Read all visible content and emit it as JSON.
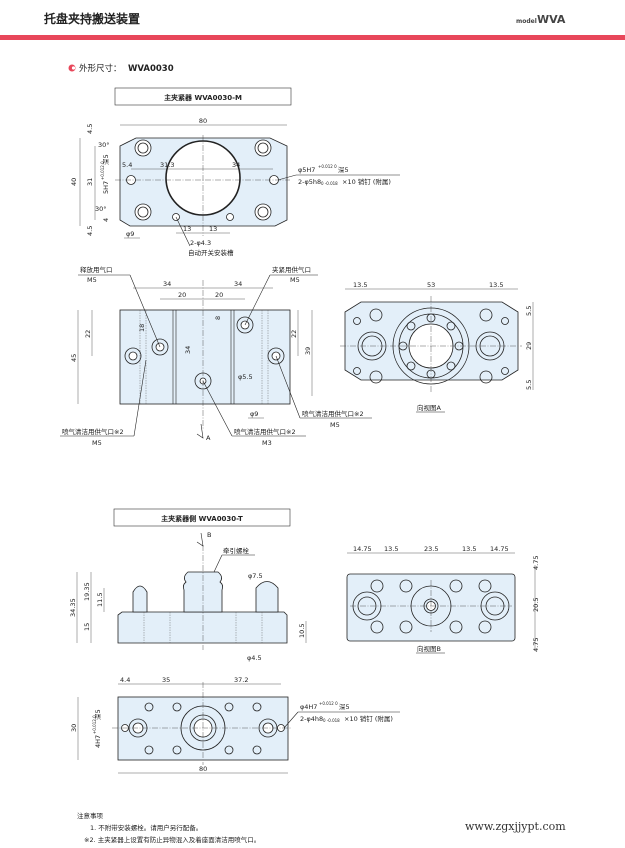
{
  "header": {
    "title": "托盘夹持搬送装置",
    "model_prefix": "model",
    "model": "WVA",
    "accent_color": "#e8475a"
  },
  "section": {
    "title": "外形尺寸：",
    "model": "WVA0030",
    "bullet_icon": "circle-bullet-icon"
  },
  "drawing_m": {
    "title": "主夹紧器 WVA0030-M",
    "dims": {
      "width": "80",
      "top_margin": "4.5",
      "height": "40",
      "inner": "31",
      "chamfer_top": "30°",
      "chamfer_bottom": "30°",
      "d54": "5.4",
      "d313": "31.3",
      "d34": "34",
      "d4": "4",
      "bottom_margin": "4.5",
      "phi9": "φ9",
      "d13a": "13",
      "d13b": "13"
    },
    "pin_hole_side": "5H7",
    "pin_hole_side_tol": "+0.012 0",
    "pin_hole_side_depth": "深5",
    "pin_hole": "φ5H7",
    "pin_hole_tol": "+0.012 0",
    "pin_hole_depth": "深5",
    "pin": "2-φ5h8",
    "pin_tol": "0 -0.018",
    "pin_rest": "×10 销钉 (附属)",
    "slot": "2-φ4.3",
    "slot_label": "自动开关安装槽"
  },
  "drawing_front": {
    "release_port": "释放用气口",
    "release_thread": "M5",
    "clamp_port": "夹紧用供气口",
    "clamp_thread": "M5",
    "dims": {
      "d34a": "34",
      "d34b": "34",
      "d20a": "20",
      "d20b": "20",
      "d45": "45",
      "d22a": "22",
      "d18": "18",
      "d34c": "34",
      "d8": "8",
      "d22b": "22",
      "d39": "39",
      "phi55": "φ5.5",
      "phi9": "φ9"
    },
    "air_right": "喷气清洁用供气口※2",
    "air_right_thread": "M5",
    "air_left": "喷气清洁用供气口※2",
    "air_left_thread": "M5",
    "air_center": "喷气清洁用供气口※2",
    "air_center_thread": "M3",
    "view_mark": "A"
  },
  "view_a": {
    "title": "向视图A",
    "dims": {
      "d135a": "13.5",
      "d53": "53",
      "d135b": "13.5",
      "d55a": "5.5",
      "d29": "29",
      "d55b": "5.5"
    }
  },
  "drawing_t": {
    "title": "主夹紧器側 WVA0030-T",
    "view_mark": "B",
    "bolt_label": "牵引螺栓",
    "dims": {
      "d3435": "34.35",
      "d1935": "19.35",
      "d115": "11.5",
      "d15": "15",
      "phi75": "φ7.5",
      "d105": "10.5",
      "phi45": "φ4.5"
    }
  },
  "drawing_t_top": {
    "dims": {
      "d44": "4.4",
      "d35": "35",
      "d372": "37.2",
      "d30": "30",
      "d80": "80"
    },
    "pin_hole_side": "4H7",
    "pin_hole_side_tol": "+0.012 0",
    "pin_hole_side_depth": "深5",
    "pin_hole": "φ4H7",
    "pin_hole_tol": "+0.012 0",
    "pin_hole_depth": "深5",
    "pin": "2-φ4h8",
    "pin_tol": "0 -0.018",
    "pin_rest": "×10 销钉 (附属)"
  },
  "view_b": {
    "title": "向视图B",
    "dims": {
      "a": "14.75",
      "b": "13.5",
      "c": "23.5",
      "d": "13.5",
      "e": "14.75",
      "v1": "4.75",
      "v2": "20.5",
      "v3": "4.75"
    }
  },
  "notes": {
    "title": "注意事项",
    "items": [
      "1. 不附带安装螺栓。请用户另行配备。",
      "※2. 主夹紧器上设置有防止异物混入及着座面清洁用喷气口。"
    ]
  },
  "watermark": "www.zgxjjypt.com"
}
